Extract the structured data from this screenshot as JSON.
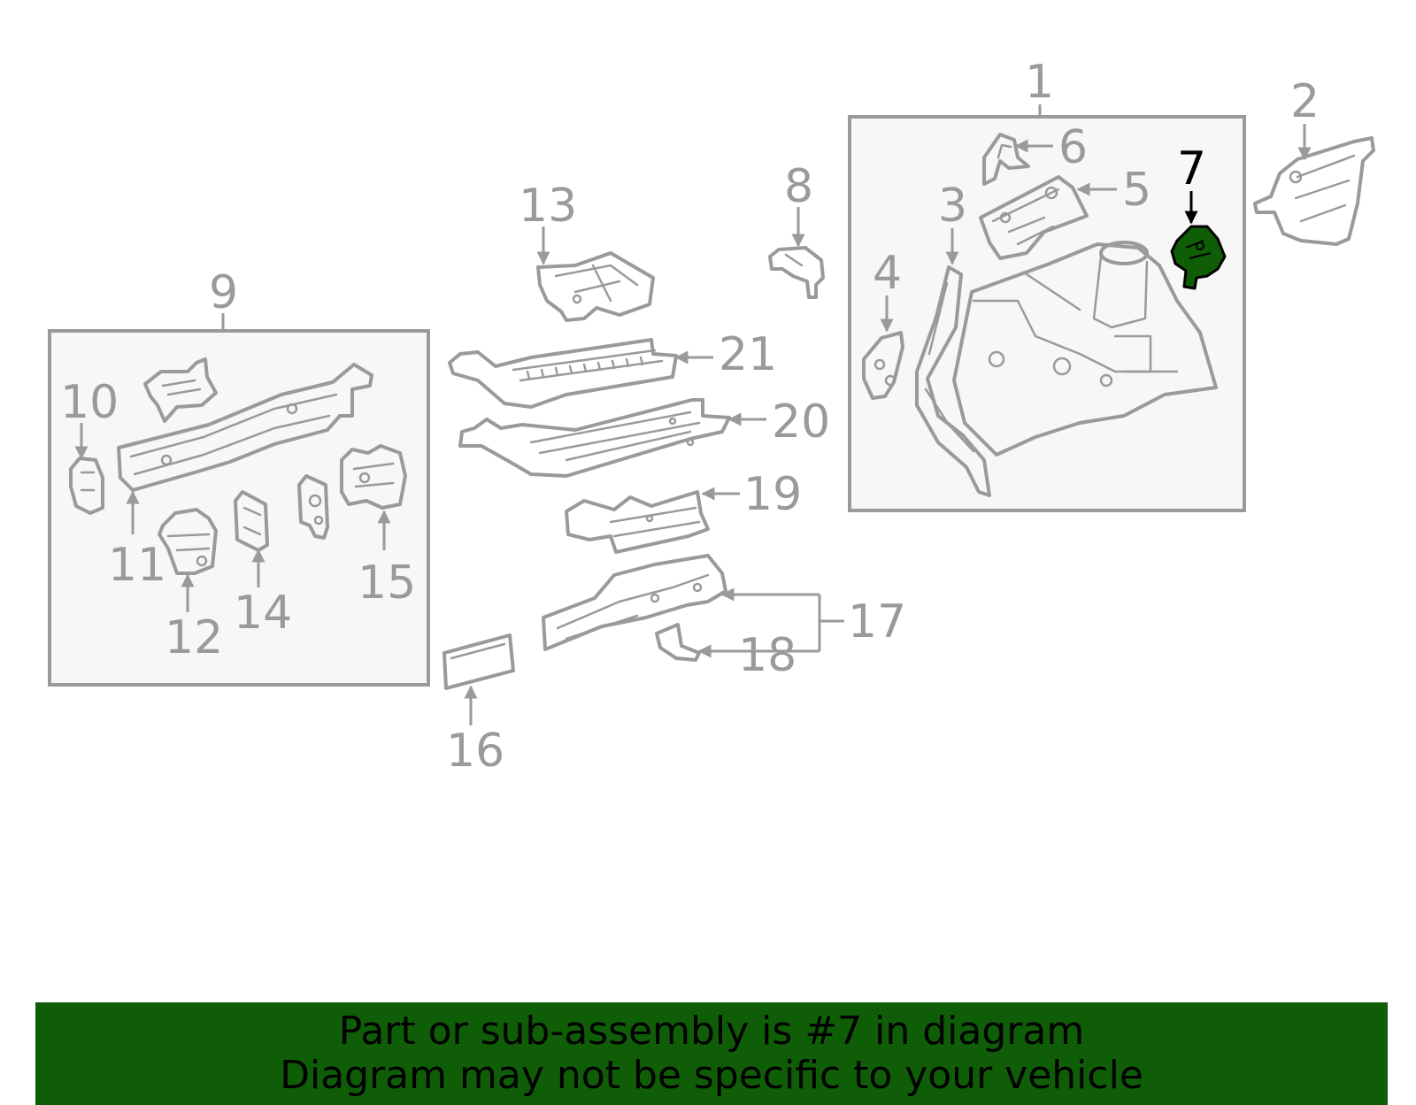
{
  "callouts": {
    "c1": "1",
    "c2": "2",
    "c3": "3",
    "c4": "4",
    "c5": "5",
    "c6": "6",
    "c7": "7",
    "c8": "8",
    "c9": "9",
    "c10": "10",
    "c11": "11",
    "c12": "12",
    "c13": "13",
    "c14": "14",
    "c15": "15",
    "c16": "16",
    "c17": "17",
    "c18": "18",
    "c19": "19",
    "c20": "20",
    "c21": "21"
  },
  "highlighted_part": "7",
  "colors": {
    "highlight": "#0f5e07",
    "line": "#9a9a9a",
    "banner": "#0f5e07"
  },
  "banner": {
    "line1": "Part or sub-assembly is #7 in diagram",
    "line2": "Diagram may not be specific to your vehicle"
  }
}
